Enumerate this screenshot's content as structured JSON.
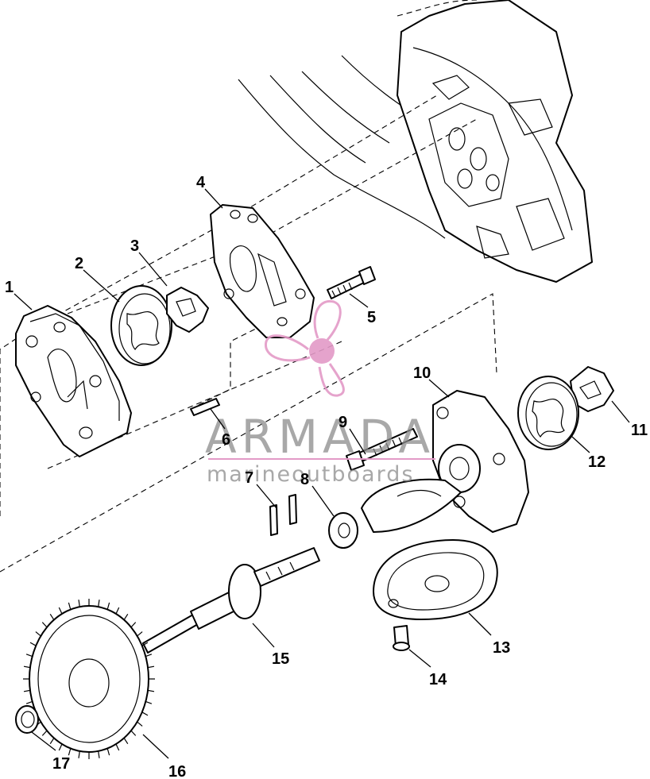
{
  "watermark": {
    "brand": "ARMADA",
    "tagline": "marineoutboards",
    "accent_color": "#e39ac7",
    "text_color": "#8b8b8b"
  },
  "callouts": {
    "p1": "1",
    "p2": "2",
    "p3": "3",
    "p4": "4",
    "p5": "5",
    "p6": "6",
    "p7": "7",
    "p8": "8",
    "p9": "9",
    "p10": "10",
    "p11": "11",
    "p12": "12",
    "p13": "13",
    "p14": "14",
    "p15": "15",
    "p16": "16",
    "p17": "17"
  }
}
